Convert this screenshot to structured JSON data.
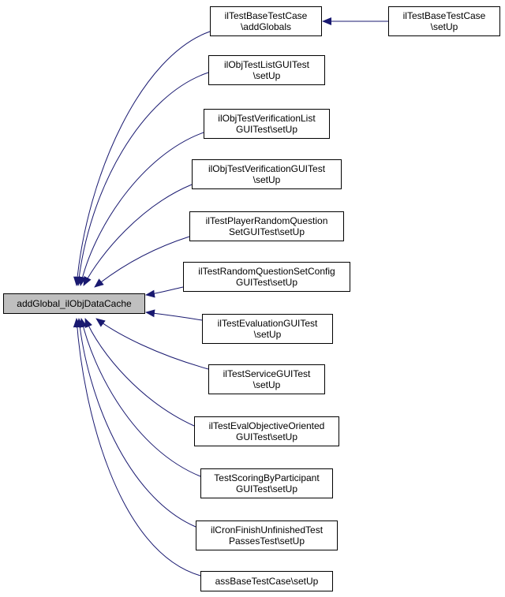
{
  "root": {
    "label": "addGlobal_ilObjDataCache"
  },
  "callers": [
    {
      "line1": "ilTestBaseTestCase",
      "line2": "\\addGlobals"
    },
    {
      "line1": "ilObjTestListGUITest",
      "line2": "\\setUp"
    },
    {
      "line1": "ilObjTestVerificationList",
      "line2": "GUITest\\setUp"
    },
    {
      "line1": "ilObjTestVerificationGUITest",
      "line2": "\\setUp"
    },
    {
      "line1": "ilTestPlayerRandomQuestion",
      "line2": "SetGUITest\\setUp"
    },
    {
      "line1": "ilTestRandomQuestionSetConfig",
      "line2": "GUITest\\setUp"
    },
    {
      "line1": "ilTestEvaluationGUITest",
      "line2": "\\setUp"
    },
    {
      "line1": "ilTestServiceGUITest",
      "line2": "\\setUp"
    },
    {
      "line1": "ilTestEvalObjectiveOriented",
      "line2": "GUITest\\setUp"
    },
    {
      "line1": "TestScoringByParticipant",
      "line2": "GUITest\\setUp"
    },
    {
      "line1": "ilCronFinishUnfinishedTest",
      "line2": "PassesTest\\setUp"
    },
    {
      "line1": "assBaseTestCase\\setUp",
      "line2": ""
    }
  ],
  "secondary": {
    "line1": "ilTestBaseTestCase",
    "line2": "\\setUp"
  },
  "colors": {
    "edge": "#191970",
    "root_fill": "#bfbfbf",
    "node_border": "#000000"
  }
}
